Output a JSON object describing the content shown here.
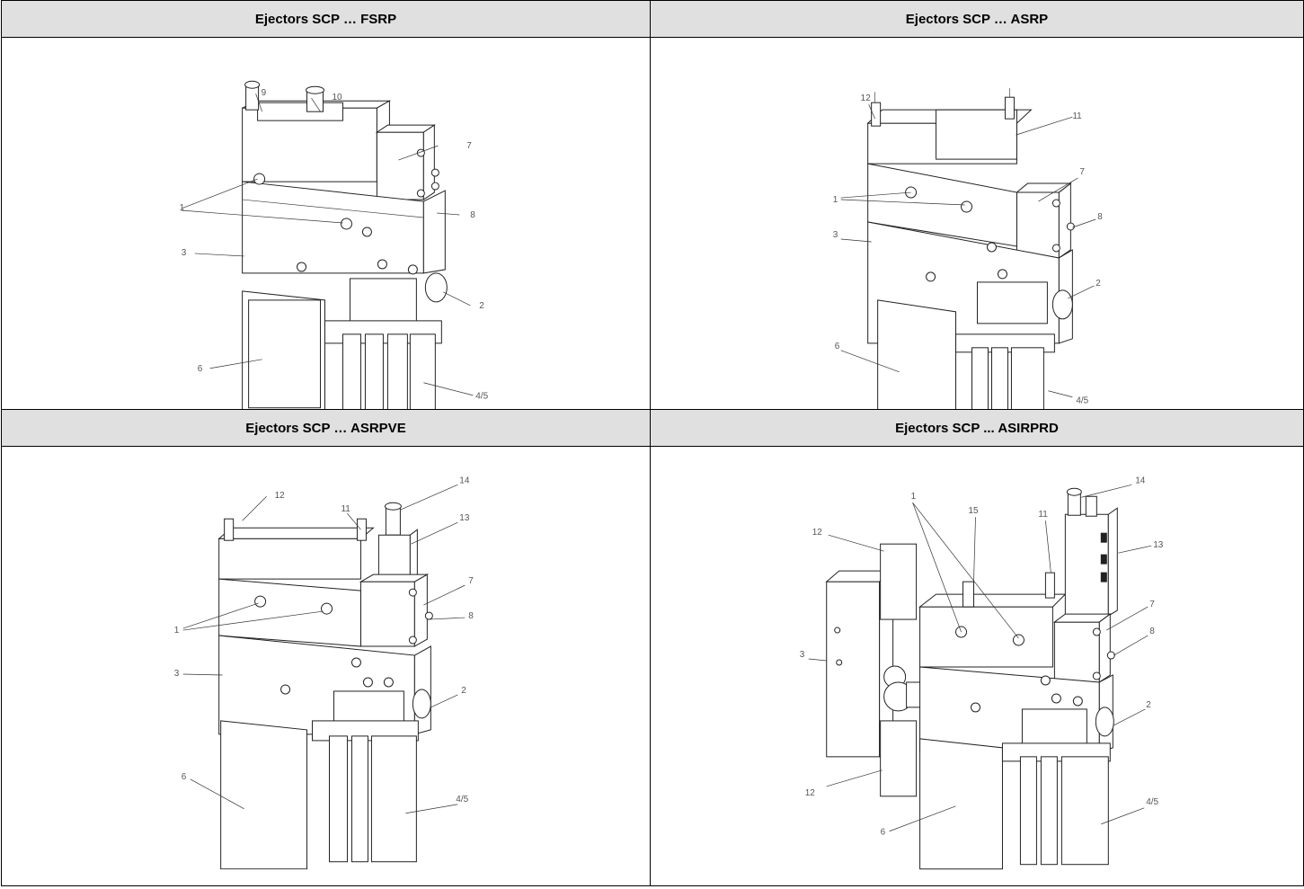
{
  "panels": [
    {
      "title": "Ejectors SCP … FSRP",
      "callouts": [
        "9",
        "10",
        "7",
        "1",
        "8",
        "3",
        "2",
        "6",
        "4/5"
      ]
    },
    {
      "title": "Ejectors SCP … ASRP",
      "callouts": [
        "12",
        "11",
        "7",
        "1",
        "8",
        "3",
        "2",
        "6",
        "4/5"
      ]
    },
    {
      "title": "Ejectors SCP … ASRPVE",
      "callouts": [
        "14",
        "12",
        "11",
        "13",
        "7",
        "8",
        "1",
        "3",
        "2",
        "6",
        "4/5"
      ]
    },
    {
      "title": "Ejectors SCP ... ASIRPRD",
      "callouts": [
        "14",
        "1",
        "15",
        "11",
        "12",
        "13",
        "7",
        "8",
        "3",
        "2",
        "12",
        "6",
        "4/5"
      ]
    }
  ]
}
